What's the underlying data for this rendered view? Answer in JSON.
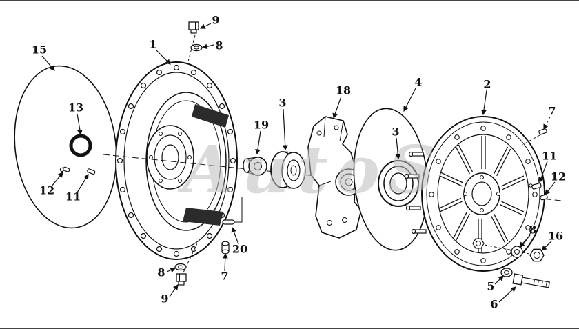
{
  "watermark": "AutoS",
  "colors": {
    "line": "#111111",
    "dark_fill": "#2b2b2b",
    "watermark": "#bdbdbd"
  },
  "callouts": [
    {
      "label": "9"
    },
    {
      "label": "8"
    },
    {
      "label": "1"
    },
    {
      "label": "15"
    },
    {
      "label": "13"
    },
    {
      "label": "12"
    },
    {
      "label": "11"
    },
    {
      "label": "19"
    },
    {
      "label": "3"
    },
    {
      "label": "18"
    },
    {
      "label": "4"
    },
    {
      "label": "3"
    },
    {
      "label": "2"
    },
    {
      "label": "7"
    },
    {
      "label": "11"
    },
    {
      "label": "12"
    },
    {
      "label": "8"
    },
    {
      "label": "16"
    },
    {
      "label": "5"
    },
    {
      "label": "6"
    },
    {
      "label": "20"
    },
    {
      "label": "7"
    },
    {
      "label": "8"
    },
    {
      "label": "9"
    }
  ]
}
